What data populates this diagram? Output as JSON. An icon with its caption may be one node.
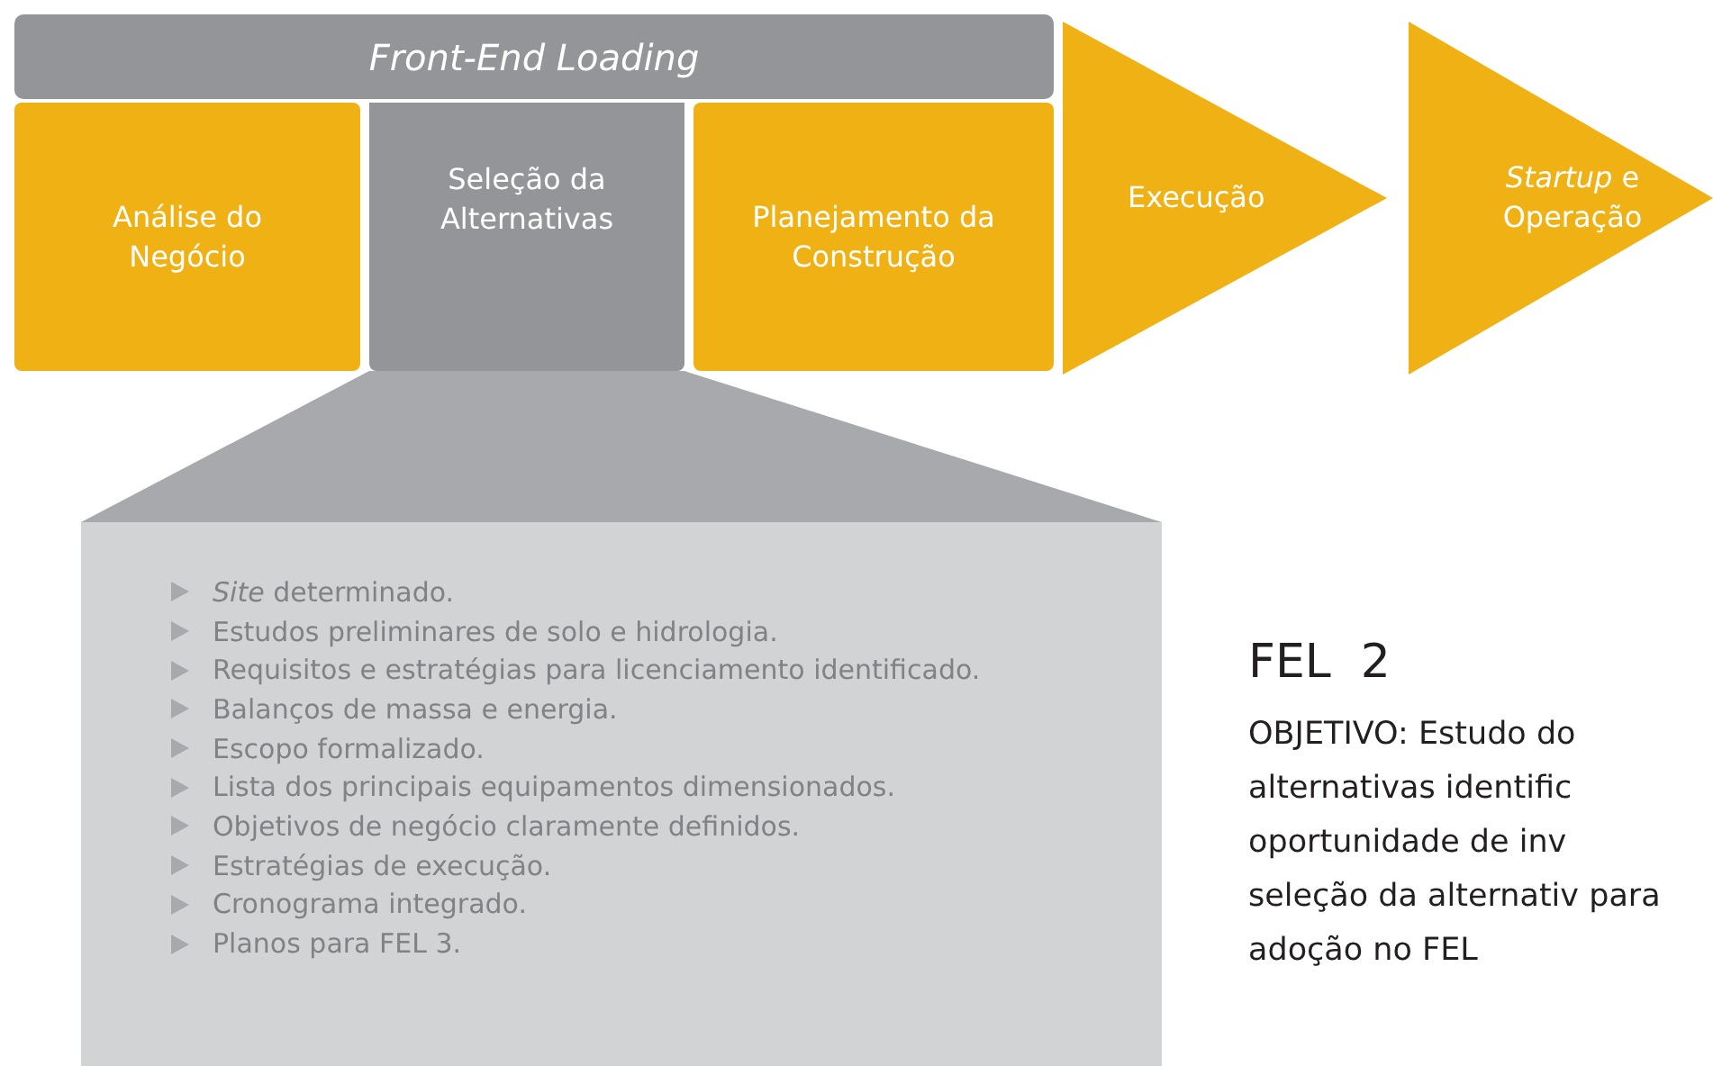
{
  "diagram": {
    "nodes": [
      {
        "text": [
          "Front-End Loading"
        ]
      },
      {
        "text": [
          "Análise do Negócio"
        ]
      },
      {
        "text": [
          "Seleção da Alternativas"
        ]
      },
      {
        "text": [
          "Planejamento da Construção"
        ]
      },
      {
        "text": [
          "Execução"
        ]
      },
      {
        "text": [
          "*Startup* e Operação"
        ]
      },
      {
        "text": [
          "*Site* determinado.",
          "Estudos preliminares de solo e hidrologia.",
          "Requisitos e estratégias para licenciamento identificado.",
          "Balanços de massa e energia.",
          "Escopo formalizado.",
          "Lista dos principais equipamentos dimensionados.",
          "Objetivos de negócio claramente definidos.",
          "Estratégias de execução.",
          "Cronograma integrado.",
          "Planos para FEL 3."
        ]
      }
    ],
    "edges": [
      {
        "from": 2,
        "to": 6,
        "arrow": "none"
      }
    ],
    "labels": [
      "FEL  2",
      "OBJETIVO: Estudo do alternativas identific oportunidade de inv seleção da alternativ para adoção no FEL"
    ]
  }
}
